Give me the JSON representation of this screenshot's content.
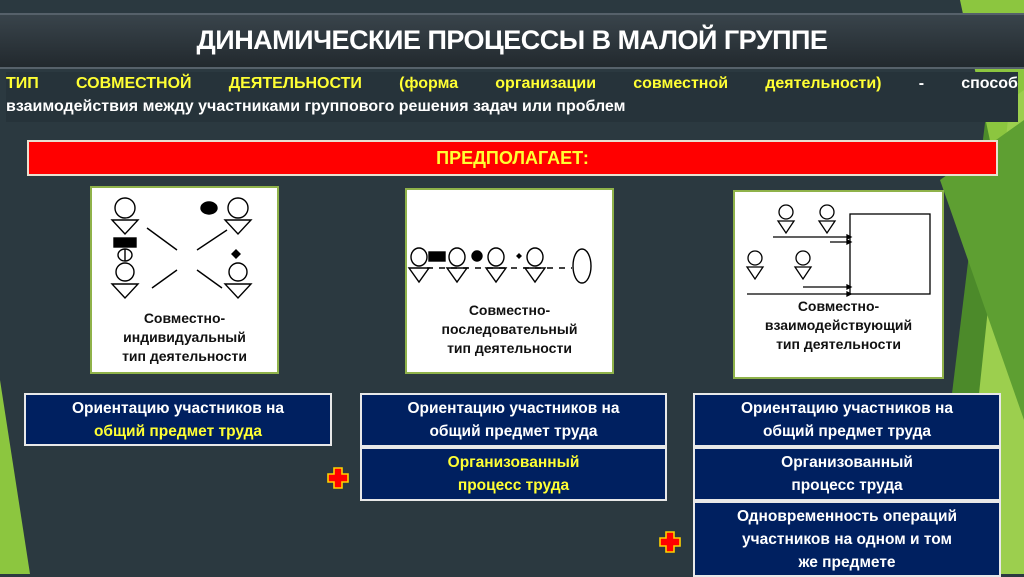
{
  "title": "ДИНАМИЧЕСКИЕ ПРОЦЕССЫ В МАЛОЙ ГРУППЕ",
  "definition": {
    "term_words": [
      "ТИП",
      "СОВМЕСТНОЙ",
      "ДЕЯТЕЛЬНОСТИ",
      "(форма",
      "организации",
      "совместной",
      "деятельности)"
    ],
    "dash": "-",
    "tail_word": "способ",
    "line2": "взаимодействия между участниками группового решения задач или проблем"
  },
  "banner": "ПРЕДПОЛАГАЕТ:",
  "cards": [
    {
      "lines": [
        "Совместно-",
        "индивидуальный",
        "тип деятельности"
      ]
    },
    {
      "lines": [
        "Совместно-",
        "последовательный",
        "тип деятельности"
      ]
    },
    {
      "lines": [
        "Совместно-",
        "взаимодействующий",
        "тип деятельности"
      ]
    }
  ],
  "boxes": {
    "orientation_line1": "Ориентацию участников на",
    "orientation_line2": "общий предмет труда",
    "process_line1": "Организованный",
    "process_line2": "процесс труда",
    "simultaneity": [
      "Одновременность операций",
      "участников на одном и том",
      "же предмете"
    ]
  },
  "colors": {
    "accent_yellow": "#ffff33",
    "banner_red": "#ff0000",
    "box_navy": "#002060",
    "green": "#8cc63f"
  }
}
